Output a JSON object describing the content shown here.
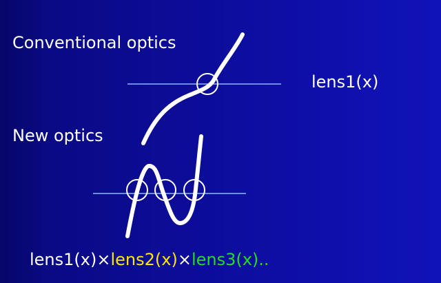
{
  "labels": {
    "conventional": "Conventional optics",
    "lens1": "lens1(x)",
    "new": "New optics"
  },
  "formula": {
    "term1": "lens1(x)",
    "times1": "×",
    "term2": "lens2(x)",
    "times2": "×",
    "term3": "lens3(x)",
    "ellipsis": " .."
  },
  "colors": {
    "background": "#0d0da0",
    "line": "#8fb8ff",
    "curve": "#ffffff",
    "text": "#ffffff",
    "lens2": "#ffe600",
    "lens3": "#22dd22"
  }
}
